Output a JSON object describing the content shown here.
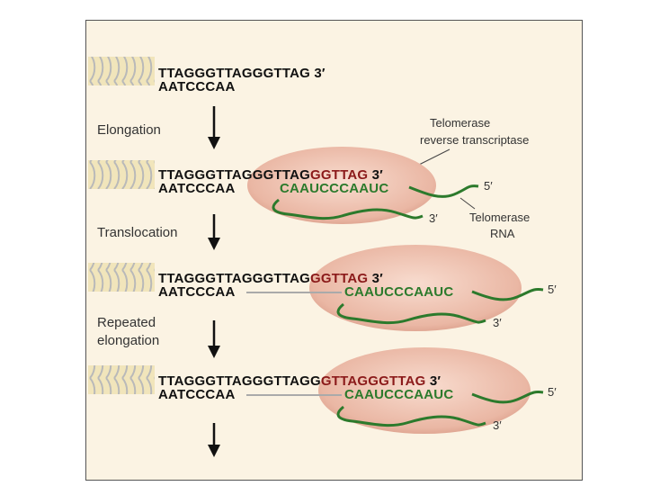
{
  "steps": {
    "elongation": "Elongation",
    "translocation": "Translocation",
    "repeated_1": "Repeated",
    "repeated_2": "elongation"
  },
  "labels": {
    "enzyme_1": "Telomerase",
    "enzyme_2": "reverse transcriptase",
    "rna_1": "Telomerase",
    "rna_2": "RNA",
    "five_prime": "5′",
    "three_prime": "3′"
  },
  "row1": {
    "top": "TTAGGGTTAGGGTTAG",
    "top_end": " 3′",
    "bottom": "AATCCCAA"
  },
  "row2": {
    "top_black": "TTAGGGTTAGGGTTAG",
    "top_red": "GGTTAG",
    "top_end": " 3′",
    "bottom": "AATCCCAA",
    "rna": "CAAUCCCAAUC"
  },
  "row3": {
    "top_black": "TTAGGGTTAGGGTTAG",
    "top_red": "GGTTAG",
    "top_end": " 3′",
    "bottom": "AATCCCAA",
    "rna": "CAAUCCCAAUC"
  },
  "row4": {
    "top_black": "TTAGGGTTAGGGTTAGG",
    "top_red": "GTTAGGGTTAG",
    "top_end": " 3′",
    "bottom": "AATCCCAA",
    "rna": "CAAUCCCAAUC"
  },
  "colors": {
    "enzyme": "#f2c9b8",
    "dna_end": "#8b1a1a",
    "rna": "#2c7a2c",
    "coil": "#e8d38a"
  }
}
